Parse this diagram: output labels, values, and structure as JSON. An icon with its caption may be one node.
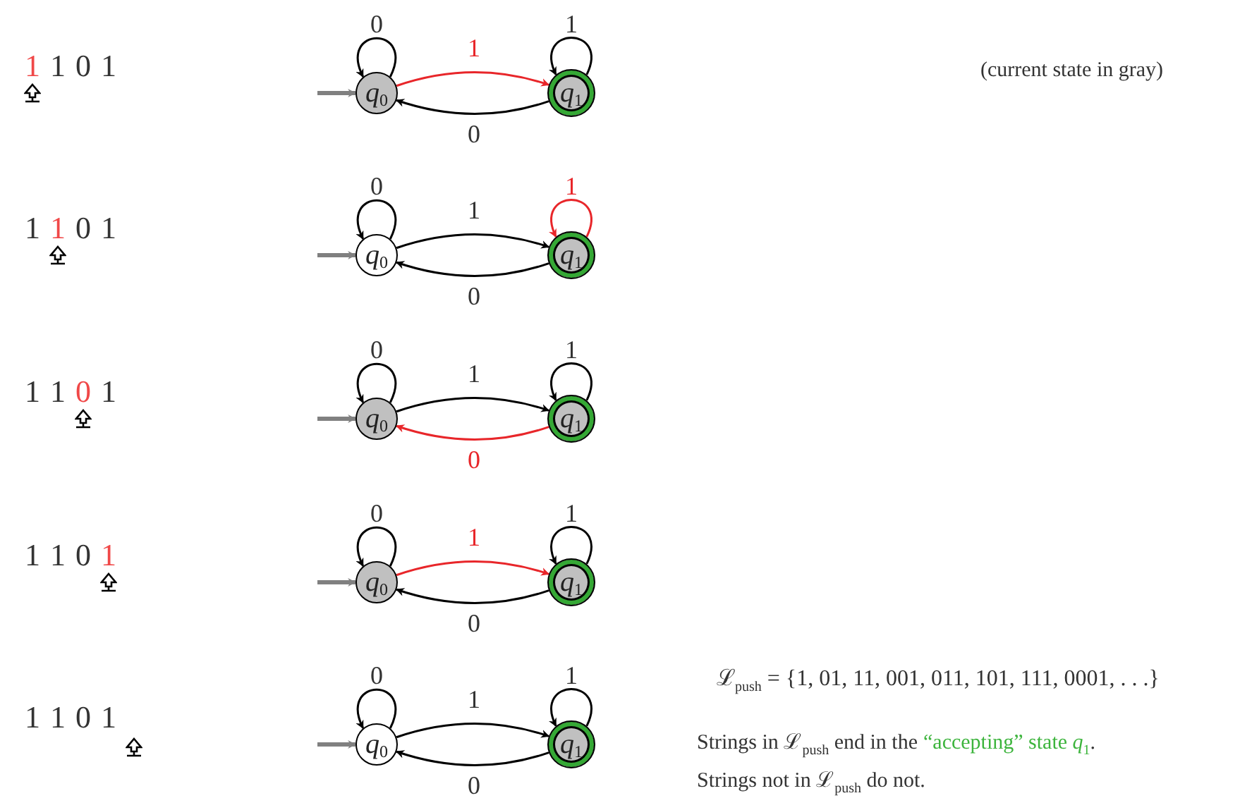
{
  "diagram": {
    "nodes": [
      {
        "text": [
          "*q*$_{0}$"
        ]
      },
      {
        "text": [
          "*q*$_{1}$"
        ]
      },
      {
        "text": [
          "*q*$_{0}$"
        ]
      },
      {
        "text": [
          "*q*$_{1}$"
        ]
      },
      {
        "text": [
          "*q*$_{0}$"
        ]
      },
      {
        "text": [
          "*q*$_{1}$"
        ]
      },
      {
        "text": [
          "*q*$_{0}$"
        ]
      },
      {
        "text": [
          "*q*$_{1}$"
        ]
      },
      {
        "text": [
          "*q*$_{0}$"
        ]
      },
      {
        "text": [
          "*q*$_{1}$"
        ]
      }
    ],
    "edges": [
      {
        "from": null,
        "to": 0,
        "arrow": "to",
        "style": "thick",
        "color": "#808080"
      },
      {
        "from": 0,
        "to": 0,
        "arrow": "to",
        "label": "0"
      },
      {
        "from": 0,
        "to": 1,
        "arrow": "to",
        "label": "1",
        "color": "#e8262a"
      },
      {
        "from": 1,
        "to": 1,
        "arrow": "to",
        "label": "1"
      },
      {
        "from": 1,
        "to": 0,
        "arrow": "to",
        "label": "0"
      },
      {
        "from": null,
        "to": 2,
        "arrow": "to",
        "style": "thick",
        "color": "#808080"
      },
      {
        "from": 2,
        "to": 2,
        "arrow": "to",
        "label": "0"
      },
      {
        "from": 2,
        "to": 3,
        "arrow": "to",
        "label": "1"
      },
      {
        "from": 3,
        "to": 3,
        "arrow": "to",
        "label": "1",
        "color": "#e8262a"
      },
      {
        "from": 3,
        "to": 2,
        "arrow": "to",
        "label": "0"
      },
      {
        "from": null,
        "to": 4,
        "arrow": "to",
        "style": "thick",
        "color": "#808080"
      },
      {
        "from": 4,
        "to": 4,
        "arrow": "to",
        "label": "0"
      },
      {
        "from": 4,
        "to": 5,
        "arrow": "to",
        "label": "1"
      },
      {
        "from": 5,
        "to": 5,
        "arrow": "to",
        "label": "1"
      },
      {
        "from": 5,
        "to": 4,
        "arrow": "to",
        "label": "0",
        "color": "#e8262a"
      },
      {
        "from": null,
        "to": 6,
        "arrow": "to",
        "style": "thick",
        "color": "#808080"
      },
      {
        "from": 6,
        "to": 6,
        "arrow": "to",
        "label": "0"
      },
      {
        "from": 6,
        "to": 7,
        "arrow": "to",
        "label": "1",
        "color": "#e8262a"
      },
      {
        "from": 7,
        "to": 7,
        "arrow": "to",
        "label": "1"
      },
      {
        "from": 7,
        "to": 6,
        "arrow": "to",
        "label": "0"
      },
      {
        "from": null,
        "to": 8,
        "arrow": "to",
        "style": "thick",
        "color": "#808080"
      },
      {
        "from": 8,
        "to": 8,
        "arrow": "to",
        "label": "0"
      },
      {
        "from": 8,
        "to": 9,
        "arrow": "to",
        "label": "1"
      },
      {
        "from": 9,
        "to": 9,
        "arrow": "to",
        "label": "1"
      },
      {
        "from": 9,
        "to": 8,
        "arrow": "to",
        "label": "0"
      }
    ],
    "labels": [
      "1",
      "1",
      "0",
      "1",
      "(current state in gray)",
      "1",
      "1",
      "0",
      "1",
      "1",
      "1",
      "0",
      "1",
      "1",
      "1",
      "0",
      "1",
      "1",
      "1",
      "0",
      "1",
      "ℒ$_{push}$ = {1, 01, 11, 001, 011, 101, 111, 0001, . . .}",
      "Strings in ℒ$_{push}$ end in the",
      "“accepting” state *q*$_{1}$",
      ".",
      "Strings not in ℒ$_{push}$ do not."
    ]
  }
}
